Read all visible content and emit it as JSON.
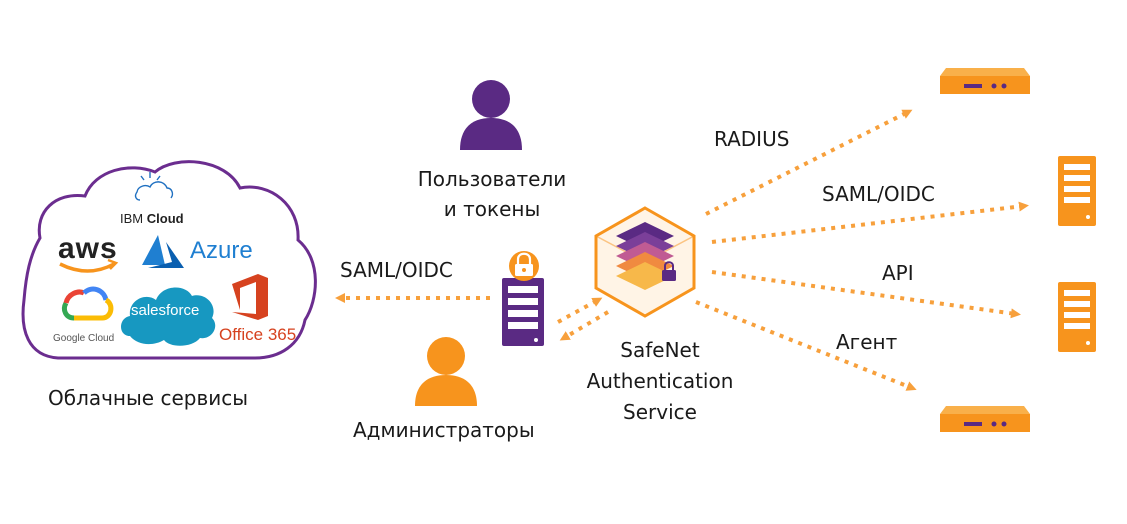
{
  "colors": {
    "purple": "#5a2a83",
    "cloud_outline": "#6b2d8f",
    "orange": "#f7941d",
    "arrow_orange": "#f7a03c",
    "text": "#1a1a1a"
  },
  "labels": {
    "users_tokens_line1": "Пользователи",
    "users_tokens_line2": "и токены",
    "admins": "Администраторы",
    "cloud_services": "Облачные сервисы",
    "service_line1": "SafeNet",
    "service_line2": "Authentication",
    "service_line3": "Service",
    "proto_left": "SAML/OIDC",
    "proto_radius": "RADIUS",
    "proto_saml_right": "SAML/OIDC",
    "proto_api": "API",
    "proto_agent": "Агент"
  },
  "cloud_logos": {
    "ibm_prefix": "IBM",
    "ibm_suffix": "Cloud",
    "aws": "aws",
    "azure": "Azure",
    "salesforce": "salesforce",
    "google_cloud": "Google Cloud",
    "office365": "Office 365"
  },
  "icons": [
    "user-icon",
    "admin-icon",
    "gateway-lock-icon",
    "safenet-cube-icon",
    "rack-server-icon",
    "tower-server-icon",
    "cloud-icon"
  ]
}
